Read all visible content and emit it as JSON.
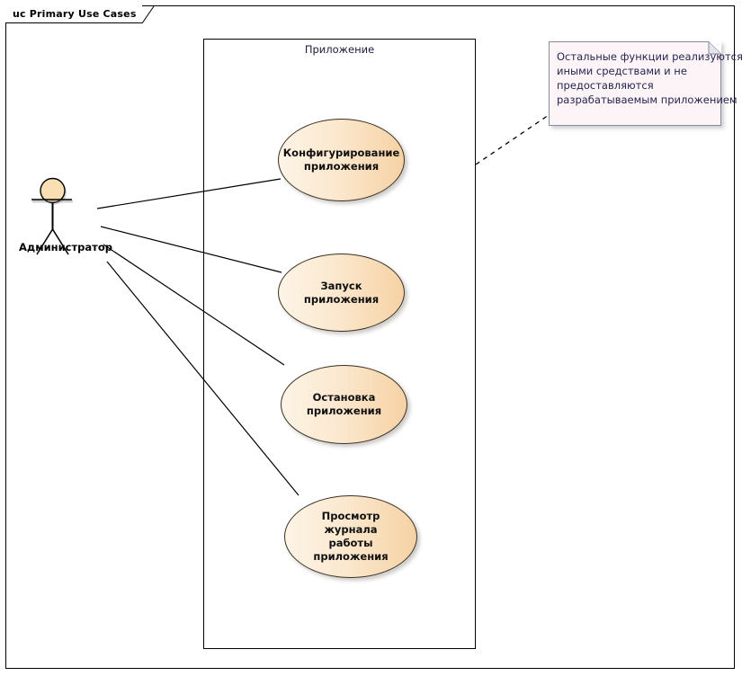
{
  "frame": {
    "tab_label": "uc Primary Use Cases"
  },
  "boundary": {
    "label": "Приложение"
  },
  "actor": {
    "name": "Администратор",
    "icon": "actor-stick-figure-icon",
    "head_fill": "#fbdfb4"
  },
  "use_cases": [
    {
      "id": "configure",
      "line1": "Конфигурирование",
      "line2": "приложения"
    },
    {
      "id": "start",
      "line1": "Запуск приложения",
      "line2": ""
    },
    {
      "id": "stop",
      "line1": "Остановка",
      "line2": "приложения"
    },
    {
      "id": "view-log",
      "line1": "Просмотр журнала",
      "line2": "работы приложения"
    }
  ],
  "note": {
    "line1": "Остальные функции реализуются",
    "line2": "иными средствами и не",
    "line3": "предоставляются",
    "line4": "разрабатываемым приложением",
    "fill": "#fdf4f8",
    "border": "#8a8a9e"
  },
  "colors": {
    "usecase_fill_light": "#fdf4e6",
    "usecase_fill_dark": "#f6d2a4",
    "usecase_border": "#3a3024",
    "line": "#000000",
    "note_text": "#252550"
  }
}
